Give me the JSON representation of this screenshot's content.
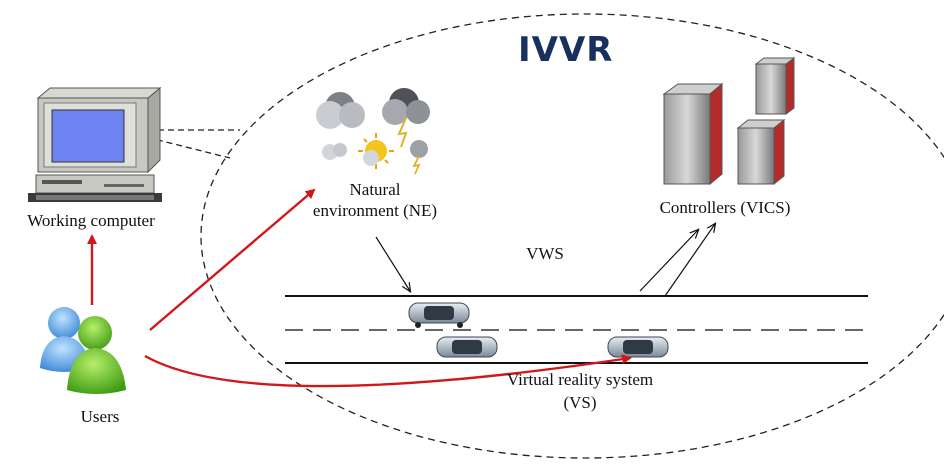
{
  "title": "IVVR",
  "labels": {
    "working_computer": "Working computer",
    "users": "Users",
    "natural_env_line1": "Natural",
    "natural_env_line2": "environment (NE)",
    "controllers": "Controllers (VICS)",
    "vws": "VWS",
    "vr_line1": "Virtual reality system",
    "vr_line2": "(VS)"
  },
  "colors": {
    "title": "#17305e",
    "user_arrows": "#d0181b",
    "road": "#111111",
    "server": "#b52a2a",
    "screen": "#6f82f2"
  }
}
